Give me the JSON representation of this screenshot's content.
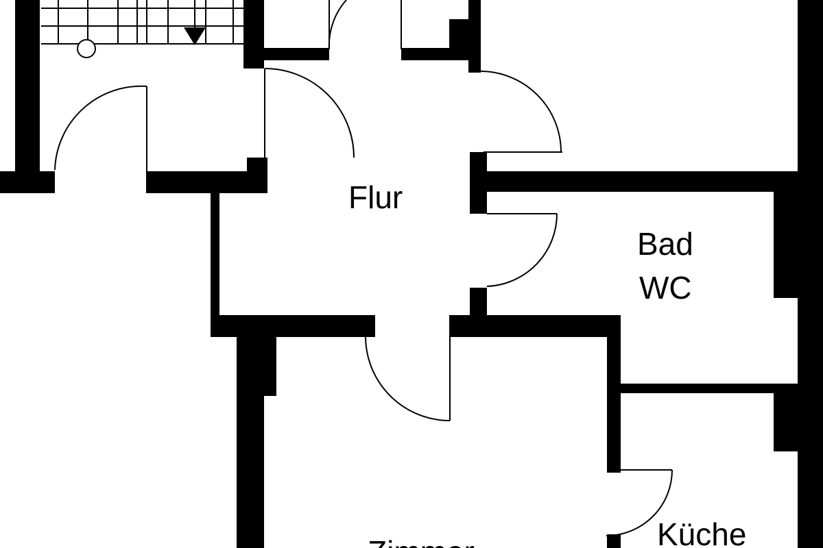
{
  "plan": {
    "colors": {
      "wall": "#000000",
      "background": "#ffffff",
      "line": "#000000"
    },
    "rooms": {
      "flur": "Flur",
      "bad_line1": "Bad",
      "bad_line2": "WC",
      "kueche": "Küche",
      "zimmer": "Zimmer"
    },
    "symbols": {
      "stair_direction": "arrow-down-icon"
    }
  }
}
